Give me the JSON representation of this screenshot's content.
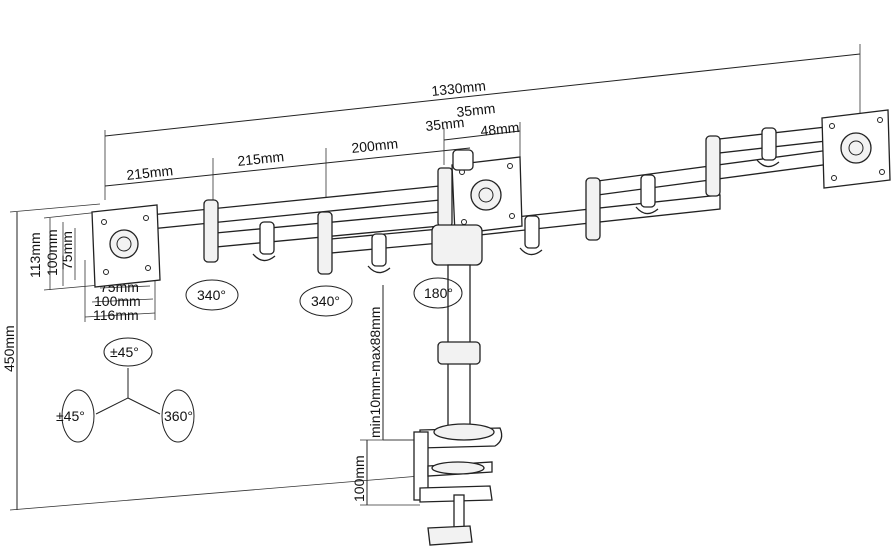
{
  "dimensions": {
    "total_width": "1330mm",
    "arm_seg_1": "215mm",
    "arm_seg_2": "215mm",
    "arm_seg_3": "200mm",
    "head_offset_a": "35mm",
    "head_offset_b": "35mm",
    "head_width": "48mm",
    "vesa_h_113": "113mm",
    "vesa_h_100": "100mm",
    "vesa_h_75": "75mm",
    "vesa_w_75": "75mm",
    "vesa_w_100": "100mm",
    "vesa_w_116": "116mm",
    "total_height": "450mm",
    "clamp_range": "min10mm-max88mm",
    "clamp_height": "100mm"
  },
  "rotations": {
    "arm_joint_1": "340°",
    "arm_joint_2": "340°",
    "center_joint": "180°",
    "tilt": "±45°",
    "swivel": "±45°",
    "rotate": "360°"
  }
}
